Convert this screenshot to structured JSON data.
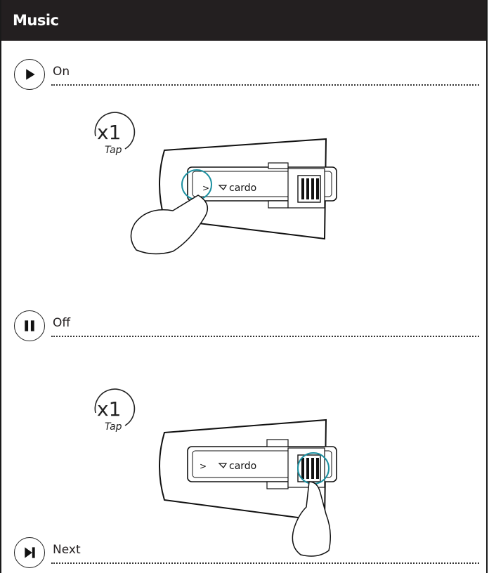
{
  "header": {
    "title": "Music"
  },
  "sections": [
    {
      "label": "On",
      "icon": "play-icon"
    },
    {
      "label": "Off",
      "icon": "pause-icon"
    },
    {
      "label": "Next",
      "icon": "skip-next-icon"
    }
  ],
  "tap_badge": {
    "count": "x1",
    "caption": "Tap"
  },
  "device": {
    "brand": "cardo"
  },
  "colors": {
    "header_bg": "#231f20",
    "highlight_ring": "#1a8fa0"
  }
}
